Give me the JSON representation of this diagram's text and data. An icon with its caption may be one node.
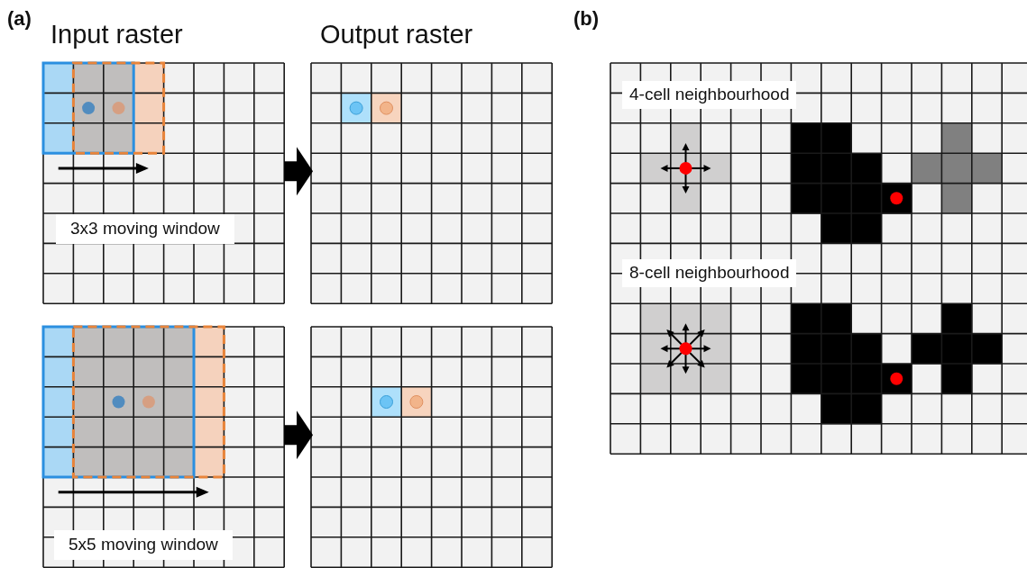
{
  "diagram": {
    "nodes": [
      {
        "text": [
          "Input raster",
          "3x3 moving window"
        ]
      },
      {
        "text": [
          "Output raster"
        ]
      },
      {
        "text": [
          "5x5 moving window"
        ]
      },
      {
        "text": [],
        "shape": "box"
      }
    ],
    "edges": [
      {
        "from": 0,
        "to": 1,
        "arrow": "to"
      },
      {
        "from": 2,
        "to": 3,
        "arrow": "to"
      }
    ],
    "labels": [
      "(a)",
      "(b)",
      "4-cell neighbourhood",
      "8-cell neighbourhood"
    ]
  }
}
